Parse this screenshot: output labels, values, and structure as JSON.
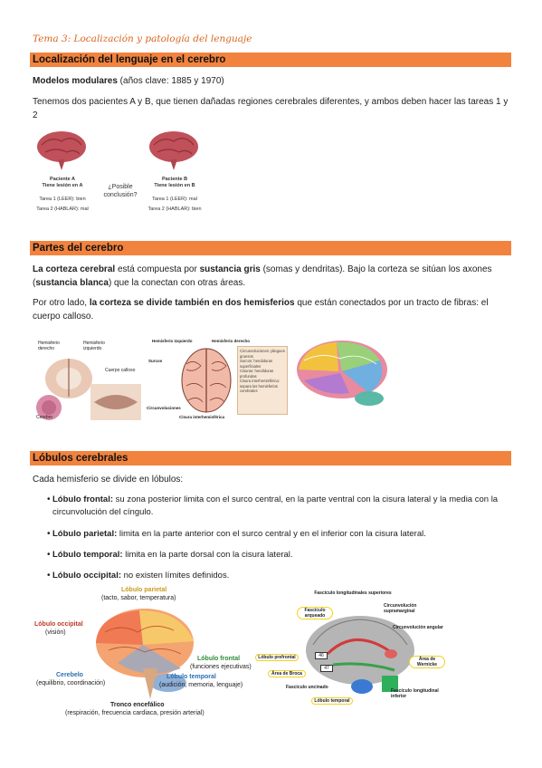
{
  "title": "Tema 3: Localización y patología del lenguaje",
  "sections": {
    "s1": {
      "heading": "Localización del lenguaje en el cerebro",
      "p1_bold": "Modelos modulares",
      "p1_rest": " (años clave: 1885 y 1970)",
      "p2": "Tenemos dos pacientes A y B, que tienen dañadas regiones cerebrales diferentes, y ambos deben hacer las tareas 1 y 2",
      "figure": {
        "patient_a": "Paciente A",
        "patient_a_sub": "Tiene lesión en A",
        "patient_a_t1": "Tarea 1 (LEER): bien",
        "patient_a_t2": "Tarea 2 (HABLAR): mal",
        "question": "¿Posible conclusión?",
        "patient_b": "Paciente B",
        "patient_b_sub": "Tiene lesión en B",
        "patient_b_t1": "Tarea 1 (LEER): mal",
        "patient_b_t2": "Tarea 2 (HABLAR): bien"
      }
    },
    "s2": {
      "heading": "Partes del cerebro",
      "p1_a": "La corteza cerebral",
      "p1_b": " está compuesta por ",
      "p1_c": "sustancia gris",
      "p1_d": " (somas y dendritas). Bajo la corteza se sitúan los axones (",
      "p1_e": "sustancia blanca",
      "p1_f": ") que la conectan con otras áreas.",
      "p2_a": "Por otro lado, ",
      "p2_b": "la corteza se divide también en dos hemisferios",
      "p2_c": " que están conectados por un tracto de fibras: el cuerpo calloso.",
      "figure": {
        "hd": "Hemisferio derecho",
        "hi": "Hemisferio izquierdo",
        "cc": "Cuerpo calloso",
        "cer": "Cerebro",
        "hem_izq": "Hemisferio Izquierdo",
        "hem_der": "Hemisferio derecho",
        "surcos": "Surcos",
        "circ": "Circunvoluciones",
        "cisura": "Cisura interhemisférica",
        "legend": "Circunvoluciones: pliegues gruesos\nSurcos: hendiduras superficiales\nCisuras: hendiduras profundas\nCisura interhemisférica: separa los hemisferios cerebrales"
      }
    },
    "s3": {
      "heading": "Lóbulos cerebrales",
      "intro": "Cada hemisferio se divide en lóbulos:",
      "bullets": [
        {
          "label": "Lóbulo frontal:",
          "text": " su zona posterior limita con el surco central, en la parte ventral con la cisura lateral y la media con la circunvolución del cíngulo."
        },
        {
          "label": "Lóbulo parietal:",
          "text": " limita en la parte anterior con el surco central y en el inferior con la cisura lateral."
        },
        {
          "label": "Lóbulo temporal:",
          "text": " limita en la parte dorsal con la cisura lateral."
        },
        {
          "label": "Lóbulo occipital:",
          "text": " no existen límites definidos."
        }
      ],
      "figure_left": {
        "parietal": "Lóbulo parietal",
        "parietal_sub": "(tacto, sabor, temperatura)",
        "occipital": "Lóbulo occipital",
        "occipital_sub": "(visión)",
        "frontal": "Lóbulo frontal",
        "frontal_sub": "(funciones ejecutivas)",
        "cerebelo": "Cerebelo",
        "cerebelo_sub": "(equilibrio, coordinación)",
        "temporal": "Lóbulo temporal",
        "temporal_sub": "(audición, memoria, lenguaje)",
        "tronco": "Tronco encefálico",
        "tronco_sub": "(respiración, frecuencia cardiaca, presión arterial)"
      },
      "figure_right": {
        "fls": "Fascículo longitudinales superiores",
        "fa": "Fascículo arqueado",
        "cs": "Circunvolución supramarginal",
        "ca": "Circunvolución angular",
        "lp": "Lóbulo prefrontal",
        "ab": "Área de Broca",
        "aw": "Área de Wernicke",
        "fu": "Fasciculo uncinado",
        "fli": "Fascículo longitudinal inferior",
        "lt": "Lóbulo temporal",
        "n46": "46",
        "n47": "47"
      }
    }
  },
  "colors": {
    "accent": "#f2833e",
    "title": "#d9661f"
  }
}
